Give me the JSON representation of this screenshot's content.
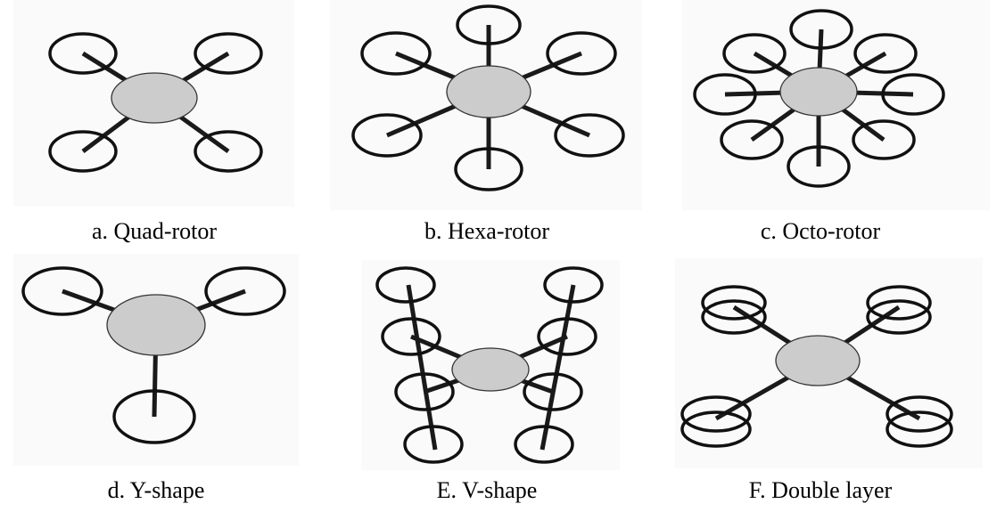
{
  "figure": {
    "panels": [
      {
        "id": "a",
        "caption": "a. Quad-rotor"
      },
      {
        "id": "b",
        "caption": "b. Hexa-rotor"
      },
      {
        "id": "c",
        "caption": "c. Octo-rotor"
      },
      {
        "id": "d",
        "caption": "d. Y-shape"
      },
      {
        "id": "e",
        "caption": "E. V-shape"
      },
      {
        "id": "f",
        "caption": "F. Double layer"
      }
    ],
    "colors": {
      "hub_fill": "#cccccc",
      "line": "#111111",
      "panel_background": "#fafafa"
    }
  }
}
